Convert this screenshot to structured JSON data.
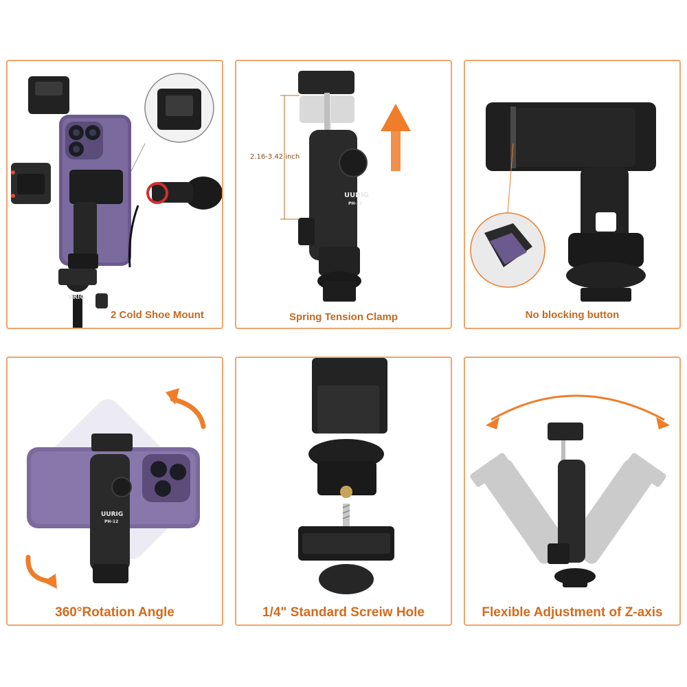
{
  "panels": {
    "p1": {
      "caption": "2 Cold Shoe Mount",
      "brand": "VRIG"
    },
    "p2": {
      "caption": "Spring Tension Clamp",
      "dimension": "2.16-3.42 inch",
      "brand": "UURIG",
      "model": "PH-12"
    },
    "p3": {
      "caption": "No blocking button"
    },
    "p4": {
      "caption": "360°Rotation Angle",
      "brand": "UURIG",
      "model": "PH-12"
    },
    "p5": {
      "caption": "1/4\" Standard Screiw Hole"
    },
    "p6": {
      "caption": "Flexible Adjustment of Z-axis"
    }
  },
  "colors": {
    "accent": "#f0a46a",
    "caption": "#d56a1c",
    "arrow": "#ef7d2a",
    "phone": "#6b5a8e"
  }
}
